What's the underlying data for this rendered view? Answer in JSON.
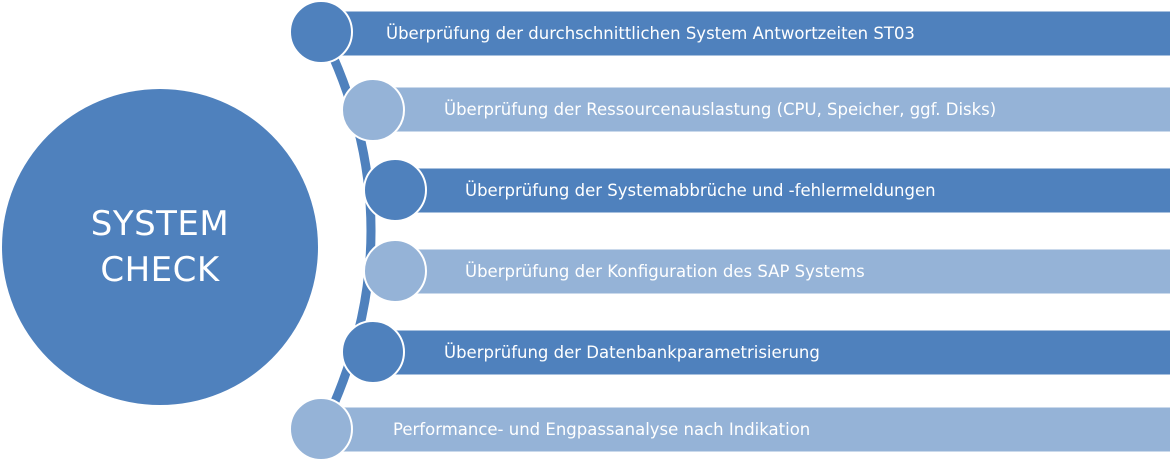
{
  "hub": {
    "line1": "SYSTEM",
    "line2": "CHECK",
    "color": "#4F81BD"
  },
  "colors": {
    "dark": "#4F81BD",
    "light": "#95B3D7",
    "connector": "#4F81BD",
    "background": "#FFFFFF",
    "text": "#FFFFFF"
  },
  "steps": [
    {
      "label": "Überprüfung der durchschnittlichen System Antwortzeiten ST03",
      "tone": "dark"
    },
    {
      "label": "Überprüfung der Ressourcenauslastung (CPU, Speicher, ggf. Disks)",
      "tone": "light"
    },
    {
      "label": "Überprüfung der Systemabbrüche und -fehlermeldungen",
      "tone": "dark"
    },
    {
      "label": "Überprüfung der Konfiguration des SAP Systems",
      "tone": "light"
    },
    {
      "label": "Überprüfung der Datenbankparametrisierung",
      "tone": "dark"
    },
    {
      "label": "Performance- und Engpassanalyse nach Indikation",
      "tone": "light"
    }
  ]
}
